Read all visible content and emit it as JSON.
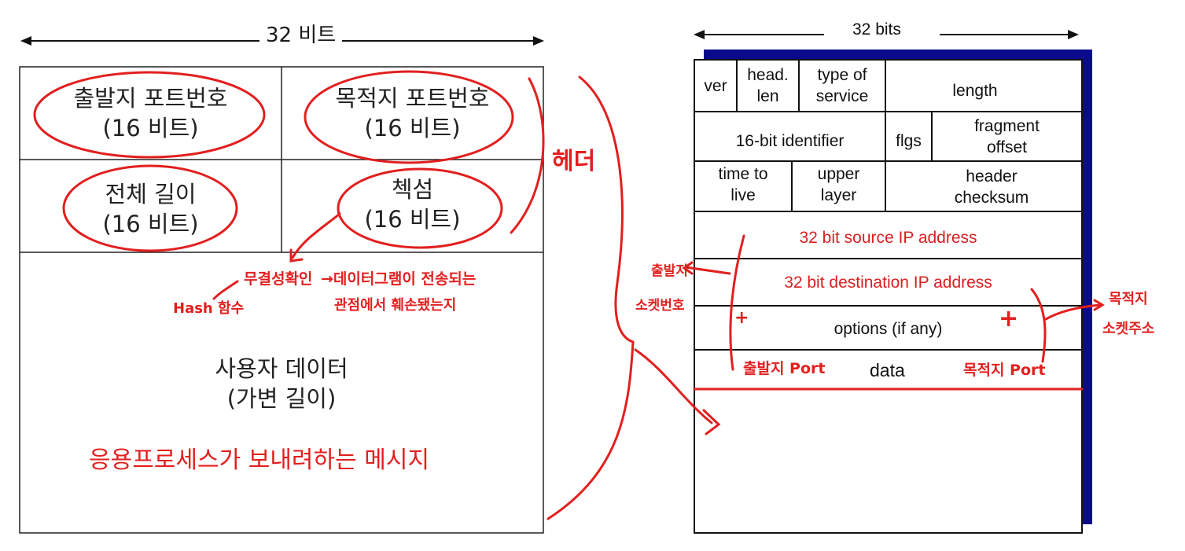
{
  "udp": {
    "width_label": "32 비트",
    "src_port": {
      "line1": "출발지 포트번호",
      "line2": "(16 비트)"
    },
    "dst_port": {
      "line1": "목적지 포트번호",
      "line2": "(16 비트)"
    },
    "length": {
      "line1": "전체 길이",
      "line2": "(16 비트)"
    },
    "checksum": {
      "line1": "첵섬",
      "line2": "(16 비트)"
    },
    "data": {
      "line1": "사용자 데이터",
      "line2": "(가변 길이)"
    }
  },
  "ip": {
    "width_label": "32 bits",
    "ver": "ver",
    "head_len": {
      "line1": "head.",
      "line2": "len"
    },
    "tos": {
      "line1": "type of",
      "line2": "service"
    },
    "length": "length",
    "identifier": "16-bit identifier",
    "flags": "flgs",
    "frag_offset": {
      "line1": "fragment",
      "line2": "offset"
    },
    "ttl": {
      "line1": "time to",
      "line2": "live"
    },
    "upper_layer": {
      "line1": "upper",
      "line2": "layer"
    },
    "header_checksum": {
      "line1": "header",
      "line2": "checksum"
    },
    "src_ip": "32 bit source IP address",
    "dst_ip": "32 bit destination IP address",
    "options": "options (if any)",
    "data": "data"
  },
  "annotations": {
    "header": "헤더",
    "integrity": "무결성확인",
    "integrity_desc1": "→데이터그램이 전송되는",
    "integrity_desc2": "관점에서 훼손됐는지",
    "hash": "Hash 함수",
    "app_message": "응용프로세스가 보내려하는 메시지",
    "src_socket1": "출발지",
    "src_socket2": "소켓번호",
    "dst_socket1": "목적지",
    "dst_socket2": "소켓주소",
    "src_port": "출발지 Port",
    "dst_port": "목적지 Port",
    "plus1": "+",
    "plus2": "+"
  },
  "colors": {
    "annotation": "#e21f1f",
    "ip_shadow": "#0a0a8a"
  }
}
